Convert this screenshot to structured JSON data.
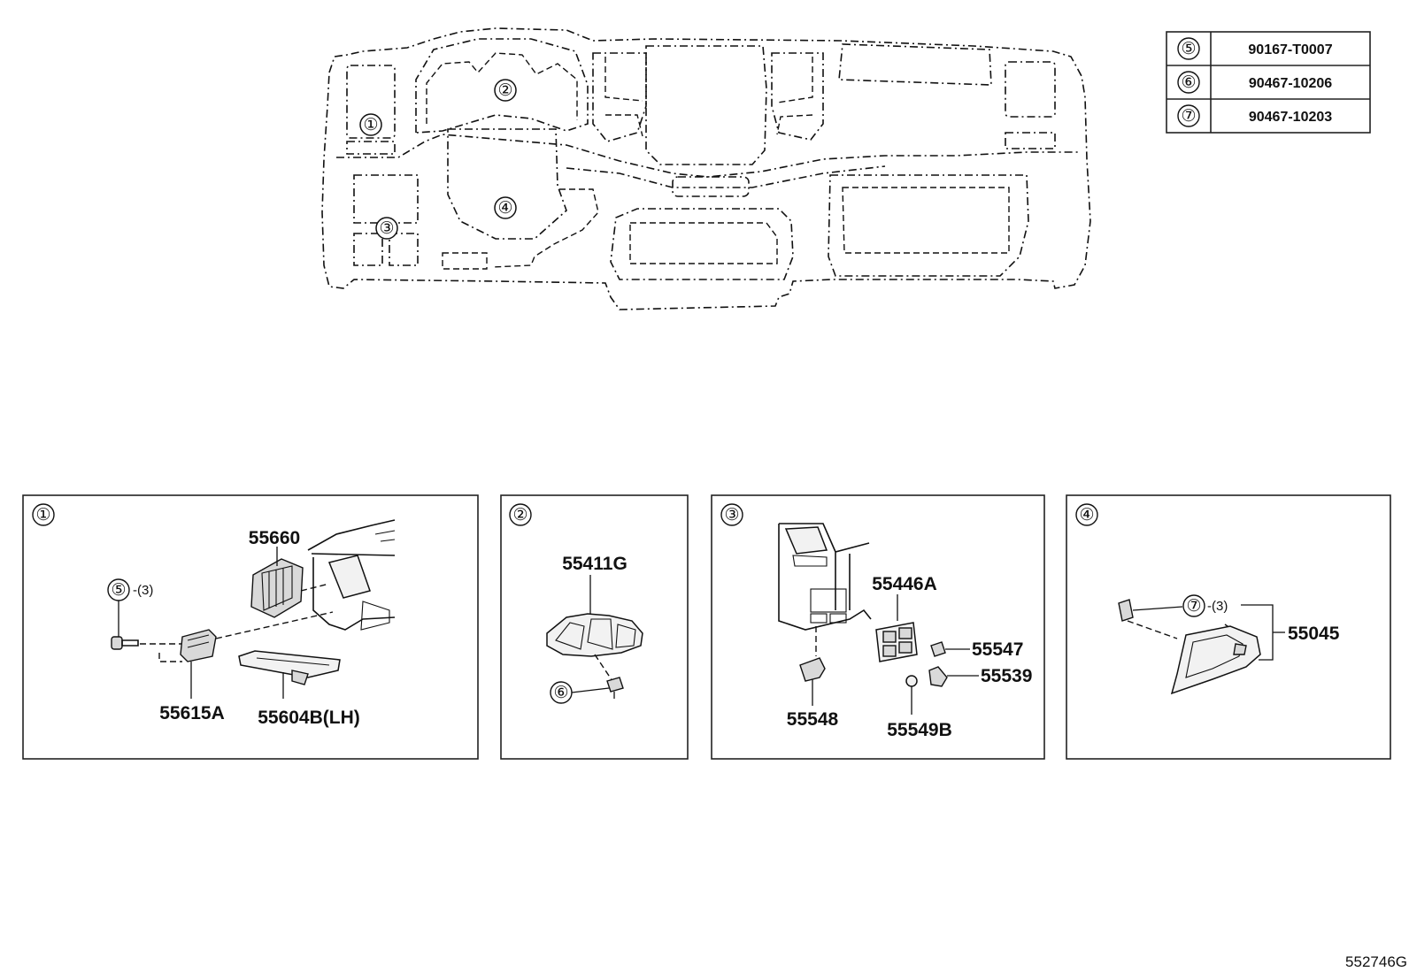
{
  "overview": {
    "callouts": [
      "①",
      "②",
      "③",
      "④"
    ]
  },
  "parts_table": [
    {
      "ref": "⑤",
      "part_no": "90167-T0007"
    },
    {
      "ref": "⑥",
      "part_no": "90467-10206"
    },
    {
      "ref": "⑦",
      "part_no": "90467-10203"
    }
  ],
  "panels": [
    {
      "ref": "①",
      "parts": {
        "vent": "55660",
        "screw_ref": "⑤",
        "screw_qty": "-(3)",
        "bracket": "55615A",
        "tray": "55604B(LH)"
      }
    },
    {
      "ref": "②",
      "parts": {
        "cluster_trim": "55411G",
        "clip_ref": "⑥"
      }
    },
    {
      "ref": "③",
      "parts": {
        "switch_base": "55446A",
        "part_a": "55547",
        "part_b": "55539",
        "bracket": "55548",
        "cap": "55549B"
      }
    },
    {
      "ref": "④",
      "parts": {
        "clip_ref": "⑦",
        "clip_qty": "-(3)",
        "cover": "55045"
      }
    }
  ],
  "diagram_id": "552746G"
}
